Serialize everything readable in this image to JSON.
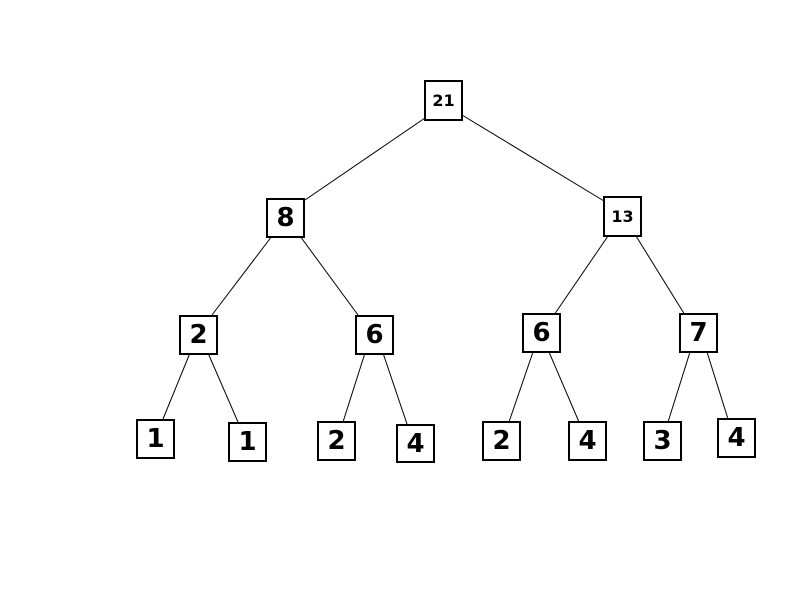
{
  "tree": {
    "root": {
      "value": "21",
      "left": {
        "value": "8",
        "left": {
          "value": "2",
          "left": {
            "value": "1"
          },
          "right": {
            "value": "1"
          }
        },
        "right": {
          "value": "6",
          "left": {
            "value": "2"
          },
          "right": {
            "value": "4"
          }
        }
      },
      "right": {
        "value": "13",
        "left": {
          "value": "6",
          "left": {
            "value": "2"
          },
          "right": {
            "value": "4"
          }
        },
        "right": {
          "value": "7",
          "left": {
            "value": "3"
          },
          "right": {
            "value": "4"
          }
        }
      }
    }
  },
  "colors": {
    "node_border": "#000000",
    "node_fill": "#ffffff",
    "edge": "#000000",
    "text": "#000000"
  }
}
